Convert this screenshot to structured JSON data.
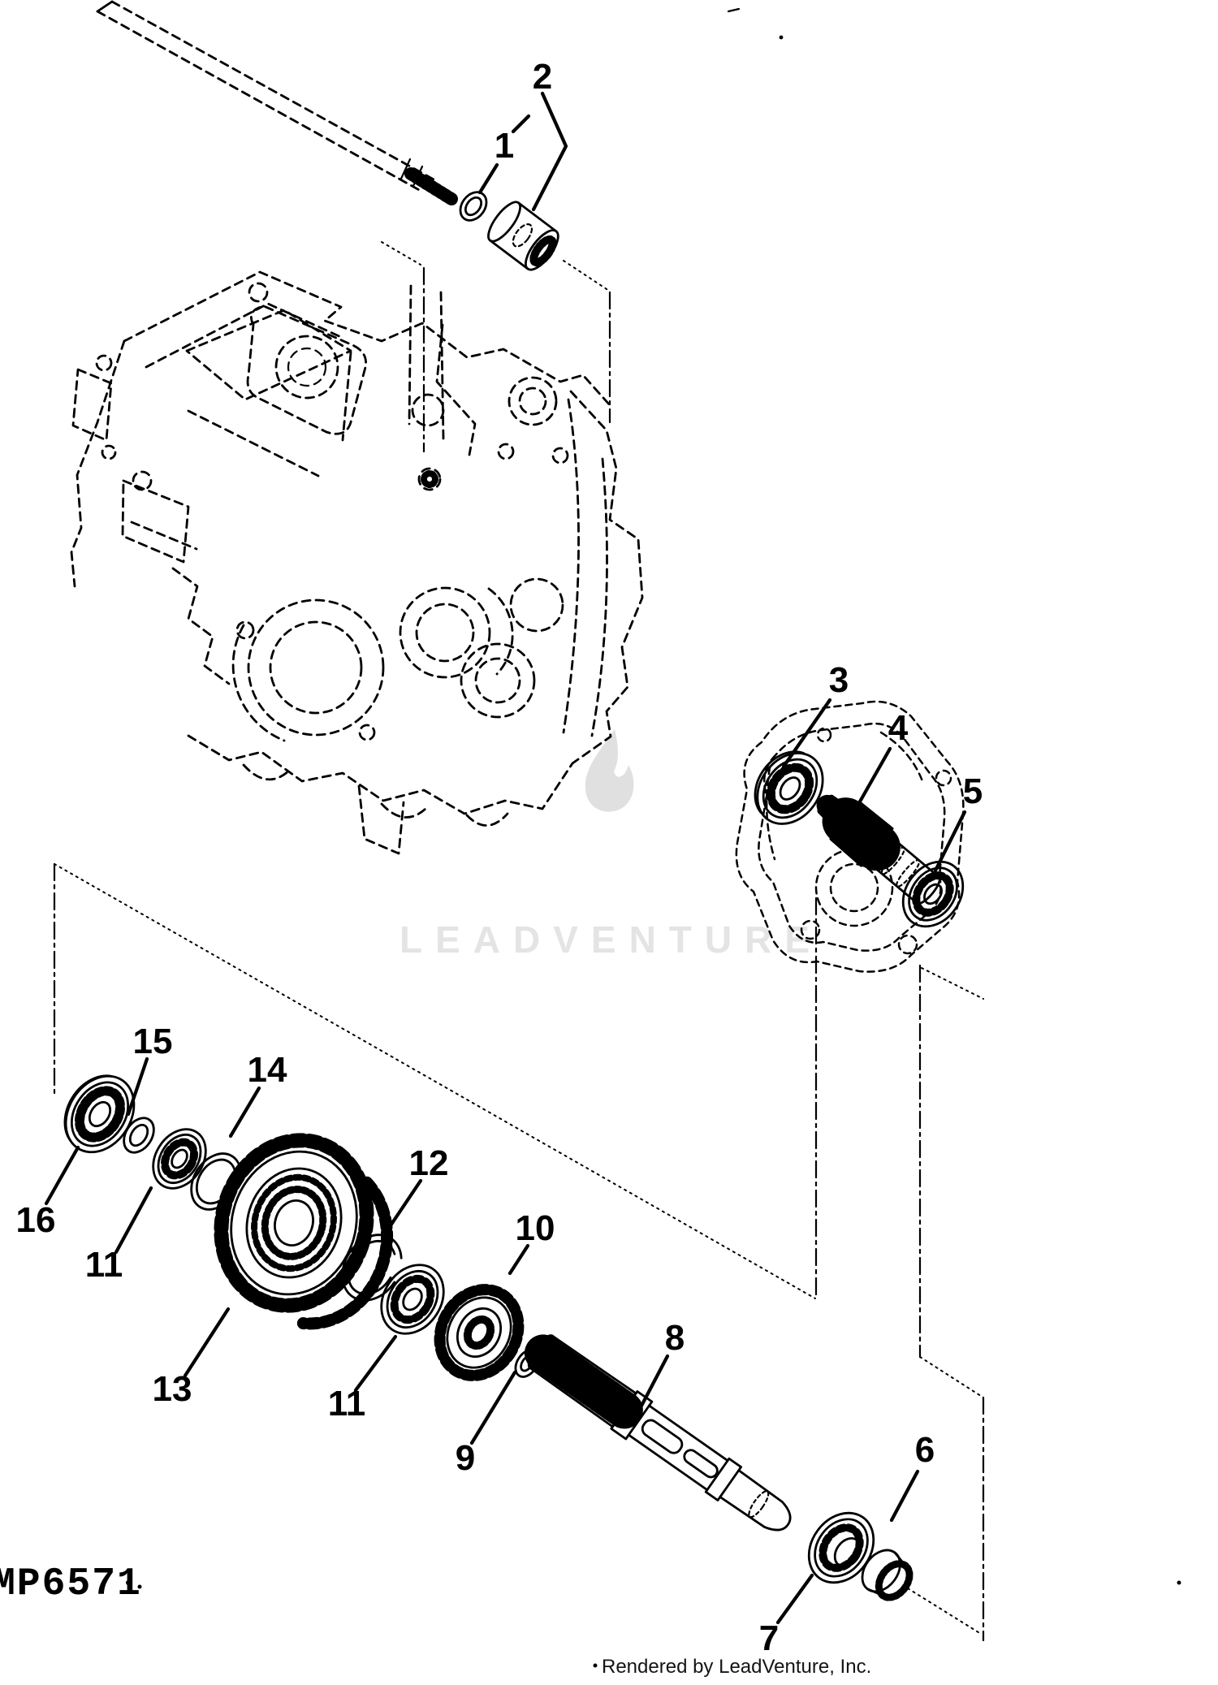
{
  "page": {
    "background": "#ffffff",
    "ink_color": "#000000",
    "watermark_color": "#e4e4e4"
  },
  "diagram": {
    "watermark": "LEADVENTURE",
    "drawing_code": "MP6571",
    "credit": "Rendered by LeadVenture, Inc.",
    "callouts": [
      {
        "label": "1"
      },
      {
        "label": "2"
      },
      {
        "label": "3"
      },
      {
        "label": "4"
      },
      {
        "label": "5"
      },
      {
        "label": "6"
      },
      {
        "label": "7"
      },
      {
        "label": "8"
      },
      {
        "label": "9"
      },
      {
        "label": "10"
      },
      {
        "label": "11"
      },
      {
        "label": "11"
      },
      {
        "label": "12"
      },
      {
        "label": "13"
      },
      {
        "label": "14"
      },
      {
        "label": "15"
      },
      {
        "label": "16"
      }
    ]
  }
}
